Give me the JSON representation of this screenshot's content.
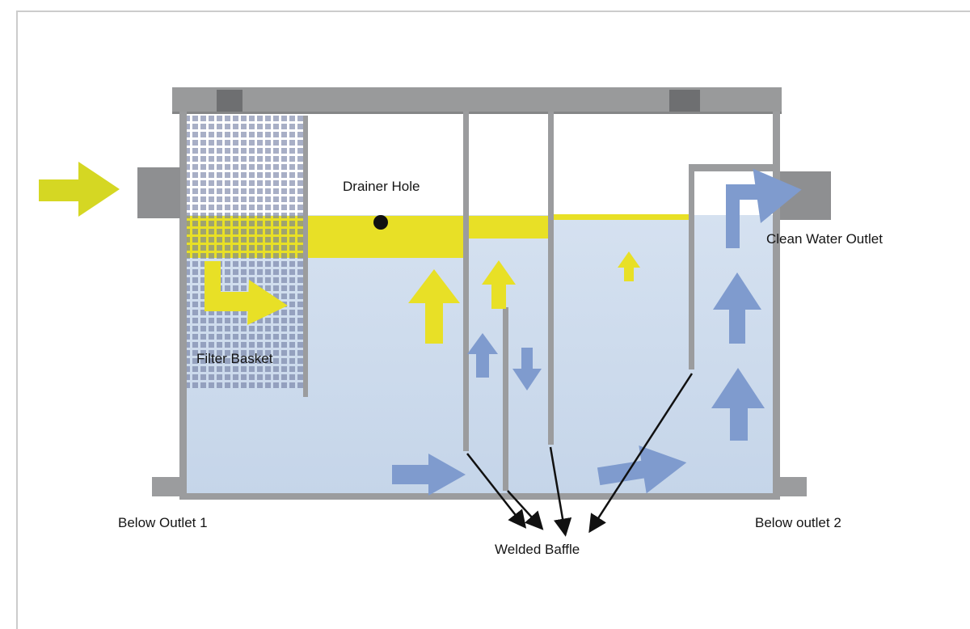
{
  "labels": {
    "drainer_hole": "Drainer Hole",
    "filter_basket": "Filter Basket",
    "clean_water_outlet": "Clean Water Outlet",
    "below_outlet_1": "Below Outlet 1",
    "below_outlet_2": "Below outlet 2",
    "welded_baffle": "Welded Baffle"
  },
  "colors": {
    "grease_yellow": "#e8e026",
    "inlet_arrow_yellow": "#d5d723",
    "water_top": "#d5e1f0",
    "water_bottom": "#c5d5e9",
    "arrow_blue": "#7f9bce",
    "wall_gray": "#9b9c9e",
    "lid_gray": "#999a9b",
    "dark_gray": "#6e6f71",
    "pipe_gray": "#8e8f91",
    "mesh_blue_gray": "#6e7aa0",
    "annotation_black": "#111111",
    "label_text": "#151515",
    "frame_border": "#cccccc"
  },
  "icons": {
    "flow_arrows_yellow": "grease-flow-arrow",
    "flow_arrows_blue": "water-flow-arrow",
    "drainer_dot": "drainer-hole-dot"
  }
}
